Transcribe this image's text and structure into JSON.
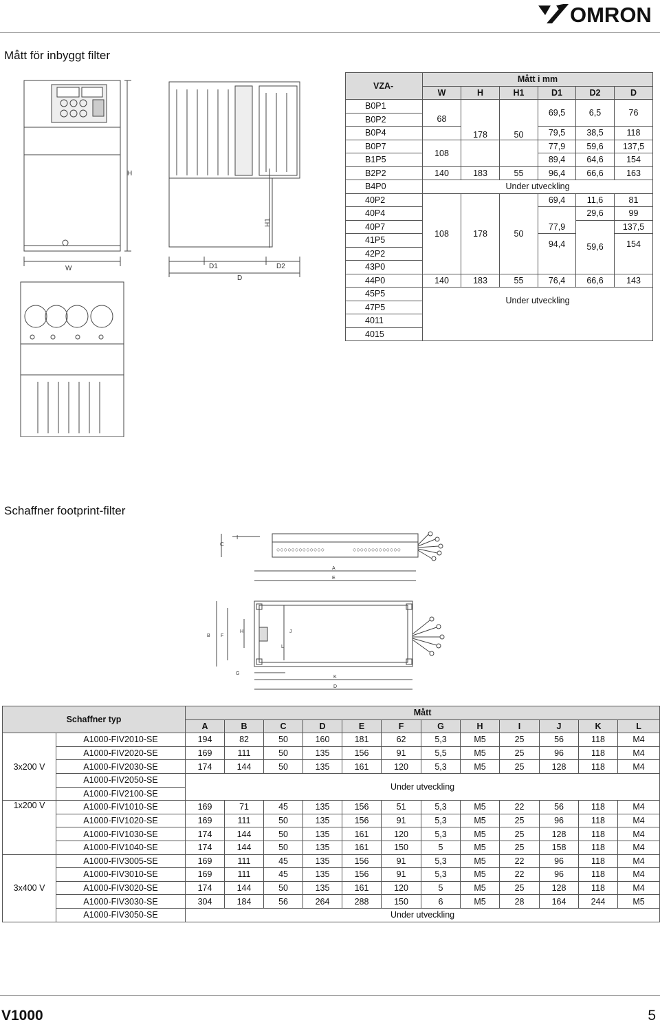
{
  "brand": "OMRON",
  "sections": {
    "filter_title": "Mått för inbyggt filter",
    "schaffner_title": "Schaffner footprint-filter"
  },
  "drawing_labels": {
    "front": {
      "H": "H",
      "W": "W"
    },
    "side": {
      "H1": "H1",
      "D1": "D1",
      "D2": "D2",
      "D": "D"
    },
    "filter_top": {
      "C": "C",
      "I": "I"
    },
    "filter_plan": {
      "A": "A",
      "E": "E",
      "B": "B",
      "F": "F",
      "H": "H",
      "J": "J",
      "L": "L",
      "G": "G",
      "K": "K",
      "D": "D"
    }
  },
  "table1": {
    "col0": "VZA-",
    "group": "Mått i mm",
    "headers": [
      "W",
      "H",
      "H1",
      "D1",
      "D2",
      "D"
    ],
    "rows": [
      [
        "B0P1",
        "",
        "",
        "",
        "69,5",
        "6,5",
        "76"
      ],
      [
        "B0P2",
        "68",
        "",
        "",
        "",
        "",
        ""
      ],
      [
        "B0P4",
        "",
        "178",
        "50",
        "79,5",
        "38,5",
        "118"
      ],
      [
        "B0P7",
        "",
        "",
        "",
        "77,9",
        "59,6",
        "137,5"
      ],
      [
        "B1P5",
        "108",
        "",
        "",
        "89,4",
        "64,6",
        "154"
      ],
      [
        "B2P2",
        "140",
        "183",
        "55",
        "96,4",
        "66,6",
        "163"
      ],
      [
        "B4P0",
        "Under utveckling"
      ],
      [
        "40P2",
        "",
        "",
        "",
        "69,4",
        "11,6",
        "81"
      ],
      [
        "40P4",
        "",
        "",
        "",
        "",
        "29,6",
        "99"
      ],
      [
        "40P7",
        "108",
        "178",
        "50",
        "77,9",
        "",
        "137,5"
      ],
      [
        "41P5",
        "",
        "",
        "",
        "",
        "59,6",
        ""
      ],
      [
        "42P2",
        "",
        "",
        "",
        "94,4",
        "",
        "154"
      ],
      [
        "43P0",
        "",
        "",
        "",
        "",
        "",
        ""
      ],
      [
        "44P0",
        "140",
        "183",
        "55",
        "76,4",
        "66,6",
        "143"
      ],
      [
        "45P5",
        ""
      ],
      [
        "47P5",
        "Under utveckling"
      ],
      [
        "4011",
        ""
      ],
      [
        "4015",
        ""
      ]
    ]
  },
  "table2": {
    "col0": "Schaffner typ",
    "group": "Mått",
    "headers": [
      "A",
      "B",
      "C",
      "D",
      "E",
      "F",
      "G",
      "H",
      "I",
      "J",
      "K",
      "L"
    ],
    "groups": [
      "3x200 V",
      "1x200 V",
      "3x400 V"
    ],
    "under": "Under utveckling",
    "rows": [
      [
        "A1000-FIV2010-SE",
        "194",
        "82",
        "50",
        "160",
        "181",
        "62",
        "5,3",
        "M5",
        "25",
        "56",
        "118",
        "M4"
      ],
      [
        "A1000-FIV2020-SE",
        "169",
        "111",
        "50",
        "135",
        "156",
        "91",
        "5,5",
        "M5",
        "25",
        "96",
        "118",
        "M4"
      ],
      [
        "A1000-FIV2030-SE",
        "174",
        "144",
        "50",
        "135",
        "161",
        "120",
        "5,3",
        "M5",
        "25",
        "128",
        "118",
        "M4"
      ],
      [
        "A1000-FIV2050-SE"
      ],
      [
        "A1000-FIV2100-SE"
      ],
      [
        "A1000-FIV1010-SE",
        "169",
        "71",
        "45",
        "135",
        "156",
        "51",
        "5,3",
        "M5",
        "22",
        "56",
        "118",
        "M4"
      ],
      [
        "A1000-FIV1020-SE",
        "169",
        "111",
        "50",
        "135",
        "156",
        "91",
        "5,3",
        "M5",
        "25",
        "96",
        "118",
        "M4"
      ],
      [
        "A1000-FIV1030-SE",
        "174",
        "144",
        "50",
        "135",
        "161",
        "120",
        "5,3",
        "M5",
        "25",
        "128",
        "118",
        "M4"
      ],
      [
        "A1000-FIV1040-SE",
        "174",
        "144",
        "50",
        "135",
        "161",
        "150",
        "5",
        "M5",
        "25",
        "158",
        "118",
        "M4"
      ],
      [
        "A1000-FIV3005-SE",
        "169",
        "111",
        "45",
        "135",
        "156",
        "91",
        "5,3",
        "M5",
        "22",
        "96",
        "118",
        "M4"
      ],
      [
        "A1000-FIV3010-SE",
        "169",
        "111",
        "45",
        "135",
        "156",
        "91",
        "5,3",
        "M5",
        "22",
        "96",
        "118",
        "M4"
      ],
      [
        "A1000-FIV3020-SE",
        "174",
        "144",
        "50",
        "135",
        "161",
        "120",
        "5",
        "M5",
        "25",
        "128",
        "118",
        "M4"
      ],
      [
        "A1000-FIV3030-SE",
        "304",
        "184",
        "56",
        "264",
        "288",
        "150",
        "6",
        "M5",
        "28",
        "164",
        "244",
        "M5"
      ],
      [
        "A1000-FIV3050-SE"
      ]
    ]
  },
  "footer": {
    "left": "V1000",
    "right": "5"
  }
}
